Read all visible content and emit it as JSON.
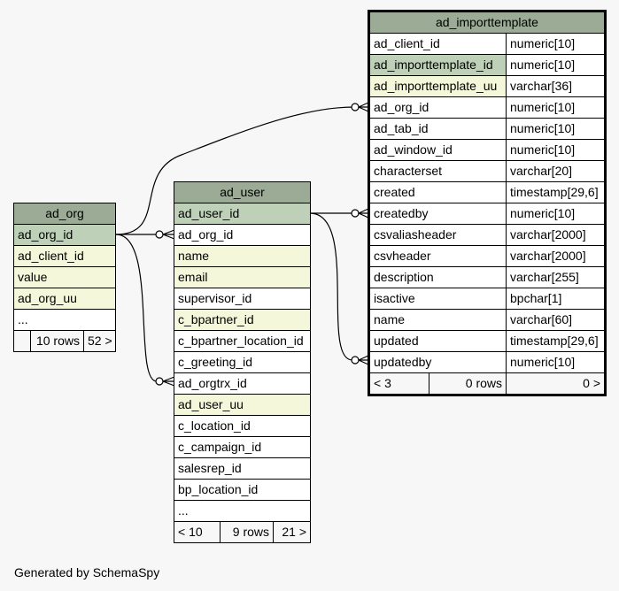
{
  "tables": {
    "ad_org": {
      "name": "ad_org",
      "rows": [
        {
          "col": "ad_org_id",
          "kind": "pk"
        },
        {
          "col": "ad_client_id",
          "kind": "idx"
        },
        {
          "col": "value",
          "kind": "idx"
        },
        {
          "col": "ad_org_uu",
          "kind": "idx"
        },
        {
          "col": "...",
          "kind": "plain"
        }
      ],
      "footer": [
        "",
        "10 rows",
        "52 >"
      ]
    },
    "ad_user": {
      "name": "ad_user",
      "rows": [
        {
          "col": "ad_user_id",
          "kind": "pk"
        },
        {
          "col": "ad_org_id",
          "kind": "plain"
        },
        {
          "col": "name",
          "kind": "idx"
        },
        {
          "col": "email",
          "kind": "idx"
        },
        {
          "col": "supervisor_id",
          "kind": "plain"
        },
        {
          "col": "c_bpartner_id",
          "kind": "idx"
        },
        {
          "col": "c_bpartner_location_id",
          "kind": "plain"
        },
        {
          "col": "c_greeting_id",
          "kind": "plain"
        },
        {
          "col": "ad_orgtrx_id",
          "kind": "plain"
        },
        {
          "col": "ad_user_uu",
          "kind": "idx"
        },
        {
          "col": "c_location_id",
          "kind": "plain"
        },
        {
          "col": "c_campaign_id",
          "kind": "plain"
        },
        {
          "col": "salesrep_id",
          "kind": "plain"
        },
        {
          "col": "bp_location_id",
          "kind": "plain"
        },
        {
          "col": "...",
          "kind": "plain"
        }
      ],
      "footer": [
        "< 10",
        "9 rows",
        "21 >"
      ]
    },
    "ad_importtemplate": {
      "name": "ad_importtemplate",
      "rows": [
        {
          "col": "ad_client_id",
          "type": "numeric[10]",
          "kind": "plain"
        },
        {
          "col": "ad_importtemplate_id",
          "type": "numeric[10]",
          "kind": "pk"
        },
        {
          "col": "ad_importtemplate_uu",
          "type": "varchar[36]",
          "kind": "idx"
        },
        {
          "col": "ad_org_id",
          "type": "numeric[10]",
          "kind": "plain"
        },
        {
          "col": "ad_tab_id",
          "type": "numeric[10]",
          "kind": "plain"
        },
        {
          "col": "ad_window_id",
          "type": "numeric[10]",
          "kind": "plain"
        },
        {
          "col": "characterset",
          "type": "varchar[20]",
          "kind": "plain"
        },
        {
          "col": "created",
          "type": "timestamp[29,6]",
          "kind": "plain"
        },
        {
          "col": "createdby",
          "type": "numeric[10]",
          "kind": "plain"
        },
        {
          "col": "csvaliasheader",
          "type": "varchar[2000]",
          "kind": "plain"
        },
        {
          "col": "csvheader",
          "type": "varchar[2000]",
          "kind": "plain"
        },
        {
          "col": "description",
          "type": "varchar[255]",
          "kind": "plain"
        },
        {
          "col": "isactive",
          "type": "bpchar[1]",
          "kind": "plain"
        },
        {
          "col": "name",
          "type": "varchar[60]",
          "kind": "plain"
        },
        {
          "col": "updated",
          "type": "timestamp[29,6]",
          "kind": "plain"
        },
        {
          "col": "updatedby",
          "type": "numeric[10]",
          "kind": "plain"
        }
      ],
      "footer": [
        "< 3",
        "0 rows",
        "0 >"
      ]
    }
  },
  "colors": {
    "header": "#9bab96",
    "primary_key": "#bed1b8",
    "indexed": "#f4f7da",
    "background": "#f7f7f7"
  },
  "generated_by": "Generated by SchemaSpy"
}
